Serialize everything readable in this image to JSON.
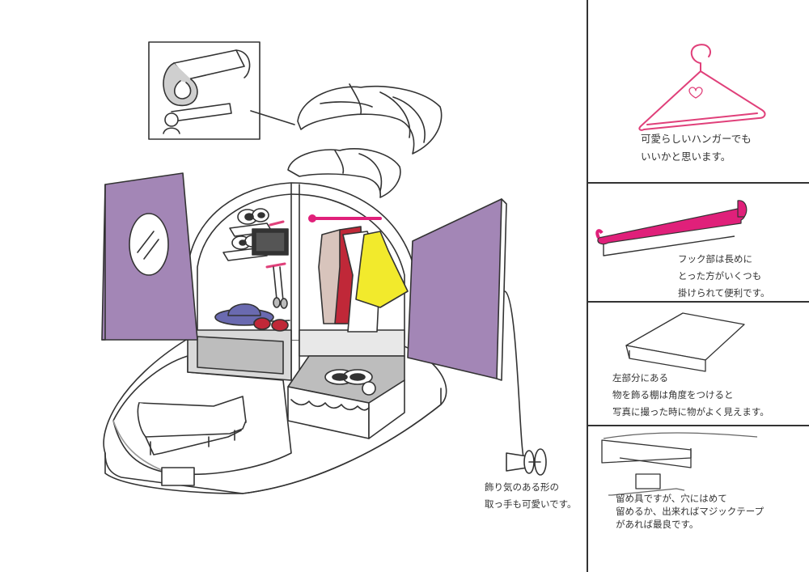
{
  "colors": {
    "door": "#a386b6",
    "hanger": "#e0407a",
    "hook": "#e0207a",
    "yellow_dress": "#f2ea2c",
    "red_dress": "#c02838",
    "hat": "#6a6ab0"
  },
  "notes": {
    "hanger": {
      "line1": "可愛らしいハンガーでも",
      "line2": "いいかと思います。"
    },
    "hook": {
      "line1": "フック部は長めに",
      "line2": "とった方がいくつも",
      "line3": "掛けられて便利です。"
    },
    "shelf": {
      "line1": "左部分にある",
      "line2": "物を飾る棚は角度をつけると",
      "line3": "写真に撮った時に物がよく見えます。"
    },
    "clip": {
      "line1": "留め具ですが、穴にはめて",
      "line2": "留めるか、出来ればマジックテープ",
      "line3": "があれば最良です。"
    },
    "handle": {
      "line1": "飾り気のある形の",
      "line2": "取っ手も可愛いです。"
    }
  }
}
